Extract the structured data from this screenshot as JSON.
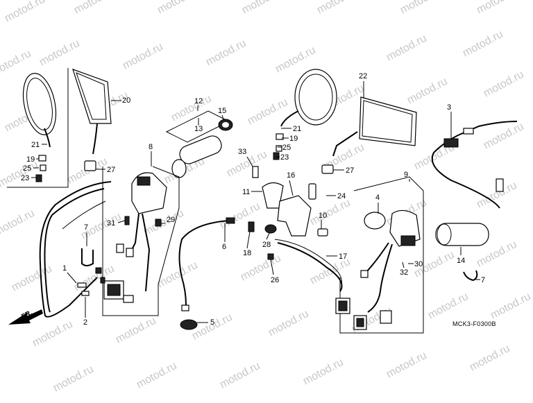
{
  "watermark": "motod.ru",
  "diagram_code": "MCK3-F0300B",
  "direction_label": "FR.",
  "callouts": [
    "20",
    "21",
    "19",
    "25",
    "23",
    "27",
    "12",
    "13",
    "15",
    "8",
    "29",
    "31",
    "7",
    "1",
    "2",
    "6",
    "5",
    "33",
    "11",
    "16",
    "24",
    "10",
    "18",
    "28",
    "26",
    "17",
    "21",
    "19",
    "25",
    "23",
    "22",
    "27",
    "3",
    "9",
    "4",
    "30",
    "32",
    "14",
    "7"
  ]
}
